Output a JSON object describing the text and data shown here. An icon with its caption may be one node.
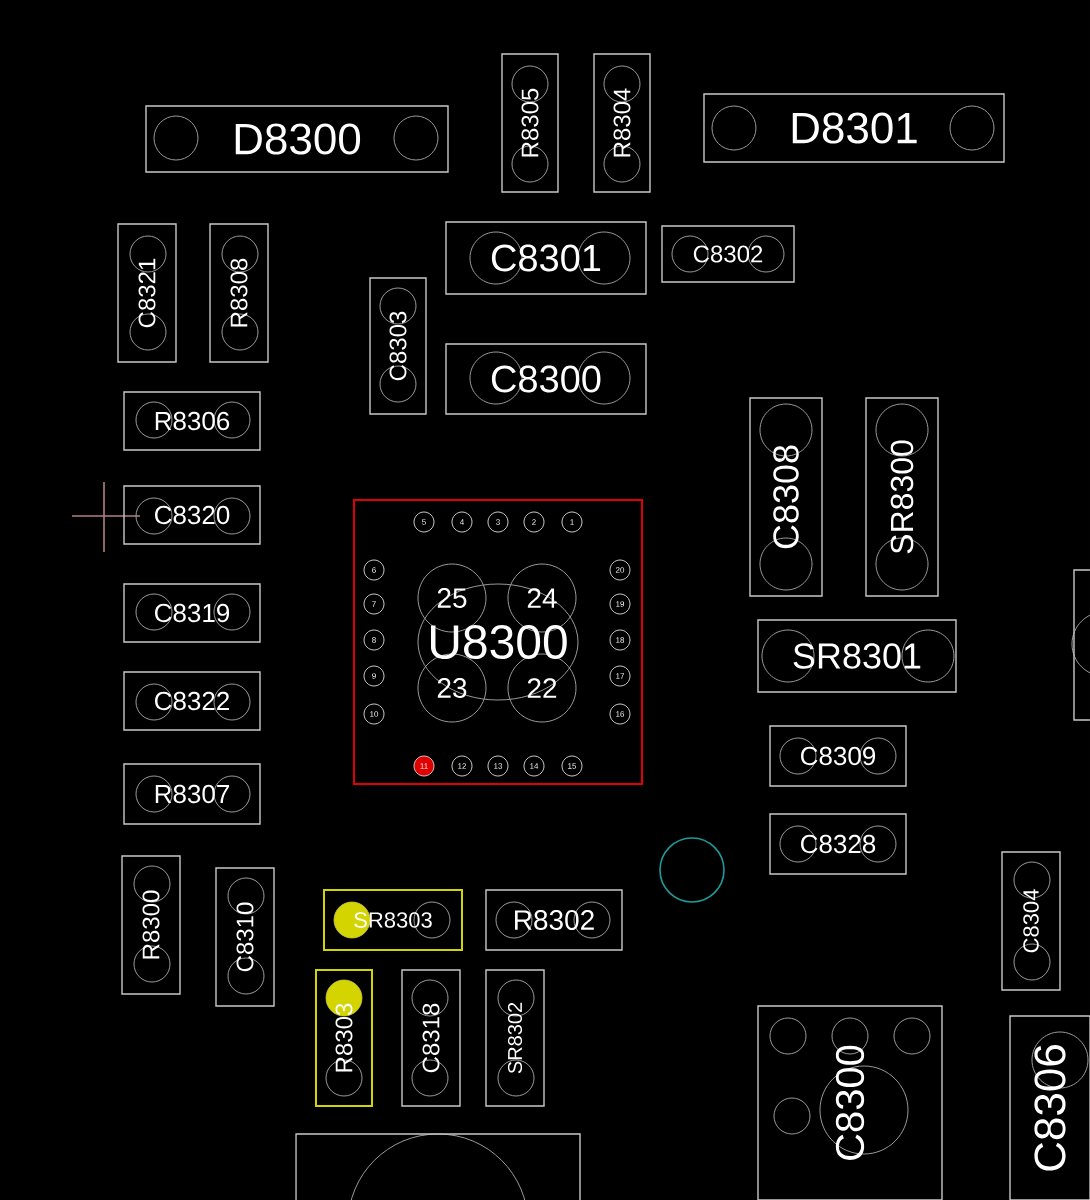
{
  "diagram": {
    "nodes": [
      {
        "text": [
          "D8300"
        ]
      },
      {
        "text": [
          "R8305"
        ]
      },
      {
        "text": [
          "R8304"
        ]
      },
      {
        "text": [
          "D8301"
        ]
      },
      {
        "text": [
          "C8321"
        ]
      },
      {
        "text": [
          "R8308"
        ]
      },
      {
        "text": [
          "C8301"
        ]
      },
      {
        "text": [
          "C8302"
        ]
      },
      {
        "text": [
          "C8303"
        ]
      },
      {
        "text": [
          "C8300"
        ]
      },
      {
        "text": [
          "R8306"
        ]
      },
      {
        "text": [
          "C8308"
        ]
      },
      {
        "text": [
          "SR8300"
        ]
      },
      {
        "text": [
          "C8320"
        ]
      },
      {
        "text": [
          "U8300"
        ]
      },
      {
        "text": [
          "C8319"
        ]
      },
      {
        "text": [
          "SR8301"
        ]
      },
      {
        "text": [
          "C8322"
        ]
      },
      {
        "text": [
          "C8309"
        ]
      },
      {
        "text": [
          "R8307"
        ]
      },
      {
        "text": [
          "C8328"
        ]
      },
      {
        "text": [
          "R8300"
        ]
      },
      {
        "text": [
          "C8310"
        ]
      },
      {
        "text": [
          "SR8303"
        ]
      },
      {
        "text": [
          "R8302"
        ]
      },
      {
        "text": [
          "C8304"
        ]
      },
      {
        "text": [
          "R8303"
        ]
      },
      {
        "text": [
          "C8318"
        ]
      },
      {
        "text": [
          "SR8302"
        ]
      },
      {
        "text": [
          "C8300"
        ]
      },
      {
        "text": [
          "C8306"
        ]
      },
      {
        "text": [],
        "shape": "box"
      },
      {
        "text": [],
        "shape": "box"
      }
    ],
    "edges": [],
    "labels": [
      "5",
      "4",
      "3",
      "2",
      "1",
      "6",
      "20",
      "25",
      "24",
      "7",
      "19",
      "8",
      "18",
      "9",
      "17",
      "23",
      "22",
      "10",
      "16",
      "11",
      "12",
      "13",
      "14",
      "15"
    ]
  }
}
